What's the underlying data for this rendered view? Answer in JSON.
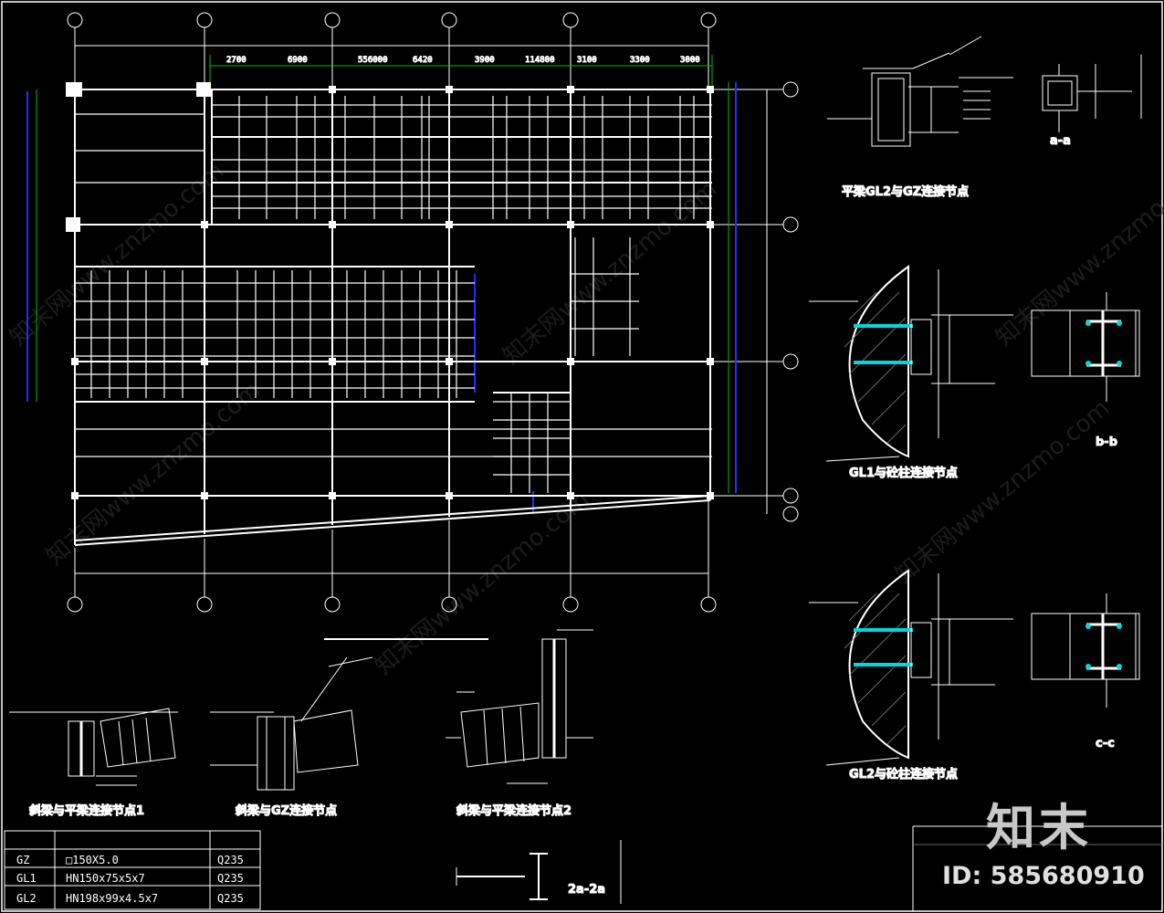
{
  "colors": {
    "background": "#000000",
    "lines": "#ffffff",
    "dimension": "#00c000",
    "annotation": "#2030ff",
    "bolt": "#00d8e0"
  },
  "dimensions_top": [
    "2700",
    "6900",
    "556000",
    "6420",
    "3900",
    "114800",
    "3100",
    "3300",
    "3000"
  ],
  "detail_labels": {
    "d1": "平梁GL2与GZ连接节点",
    "d1_section": "a-a",
    "d2": "GL1与砼柱连接节点",
    "d2_section": "b-b",
    "d3": "GL2与砼柱连接节点",
    "d3_section": "c-c",
    "d4": "斜梁与平梁连接节点1",
    "d5": "斜梁与GZ连接节点",
    "d6": "斜梁与平梁连接节点2",
    "d7_section": "2a-2a"
  },
  "material_table": [
    {
      "mark": "GZ",
      "spec": "□150X5.0",
      "grade": "Q235"
    },
    {
      "mark": "GL1",
      "spec": "HN150x75x5x7",
      "grade": "Q235"
    },
    {
      "mark": "GL2",
      "spec": "HN198x99x4.5x7",
      "grade": "Q235"
    }
  ],
  "watermark": "知末网www.znzmo.com",
  "logo": "知末",
  "id_label": "ID: 585680910"
}
